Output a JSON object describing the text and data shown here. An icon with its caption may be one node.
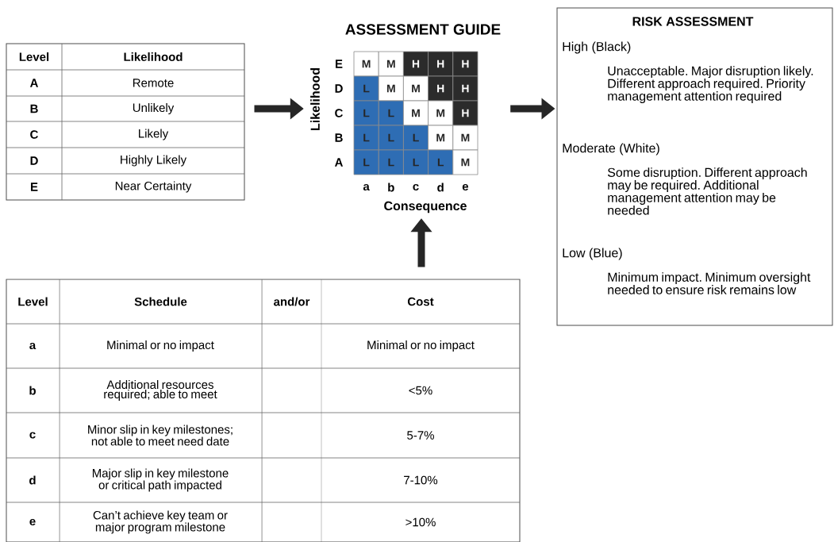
{
  "diagram": {
    "nodes": [
      {
        "text": [],
        "shape": "box"
      },
      {
        "text": [
          "ASSESSMENT GUIDE"
        ]
      },
      {
        "text": [],
        "shape": "box"
      },
      {
        "text": [
          "RISK ASSESSMENT",
          "High (Black)",
          "Unacceptable. Major disruption likely. Different approach required. Priority management attention required",
          "Moderate (White)",
          "Some disruption. Different approach may be required. Additional management attention may be needed",
          "Low (Blue)",
          "Minimum impact. Minimum oversight needed to ensure risk remains low"
        ]
      }
    ],
    "edges": [
      {
        "from": 0,
        "to": 1,
        "arrow": "to"
      },
      {
        "from": 2,
        "to": 1,
        "arrow": "to"
      },
      {
        "from": 1,
        "to": 3,
        "arrow": "to"
      }
    ],
    "labels": [
      "Level",
      "Likelihood",
      "A",
      "Remote",
      "B",
      "Unlikely",
      "C",
      "Likely",
      "D",
      "Highly Likely",
      "E",
      "Near Certainty",
      "Likelihood",
      "E",
      "M",
      "M",
      "H",
      "H",
      "H",
      "D",
      "L",
      "M",
      "M",
      "H",
      "H",
      "C",
      "L",
      "L",
      "M",
      "M",
      "H",
      "B",
      "L",
      "L",
      "L",
      "M",
      "M",
      "A",
      "L",
      "L",
      "L",
      "L",
      "M",
      "a",
      "b",
      "c",
      "d",
      "e",
      "Consequence",
      "Level",
      "Schedule",
      "and/or",
      "Cost",
      "a",
      "Minimal or no impact",
      "Minimal or no impact",
      "b",
      "Additional resources required; able to meet",
      "<5%",
      "c",
      "Minor slip in key milestones; not able to meet need date",
      "5-7%",
      "d",
      "Major slip in key milestone or critical path impacted",
      "7-10%",
      "e",
      "Can’t achieve key team or major program milestone",
      ">10%"
    ]
  }
}
